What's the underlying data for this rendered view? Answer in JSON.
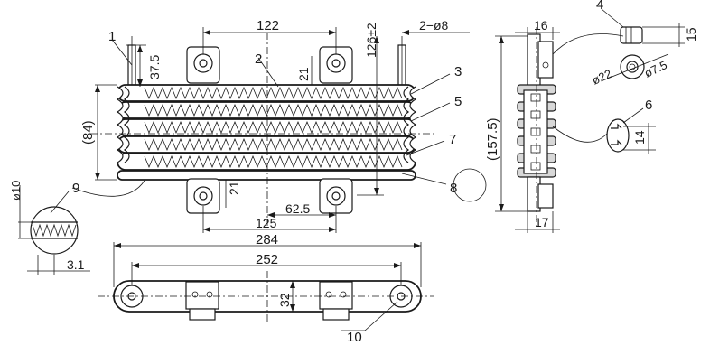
{
  "dimensions": {
    "d122": "122",
    "d126": "126±2",
    "d2phi8": "2−ø8",
    "d37_5": "37.5",
    "d21_top": "21",
    "d84": "(84)",
    "d21_bottom": "21",
    "d62_5": "62.5",
    "d125": "125",
    "d284": "284",
    "d252": "252",
    "d32": "32",
    "d16": "16",
    "d15": "15",
    "d157_5": "(157.5)",
    "d17": "17",
    "dphi22": "ø22",
    "dphi7_5": "ø7.5",
    "d14": "14",
    "d10": "ø10",
    "d3_1": "3.1"
  },
  "callouts": [
    "1",
    "2",
    "3",
    "4",
    "5",
    "6",
    "7",
    "8",
    "9",
    "10"
  ],
  "colors": {
    "line": "#1a1a1a",
    "background": "#ffffff",
    "hatch": "#1a1a1a"
  }
}
